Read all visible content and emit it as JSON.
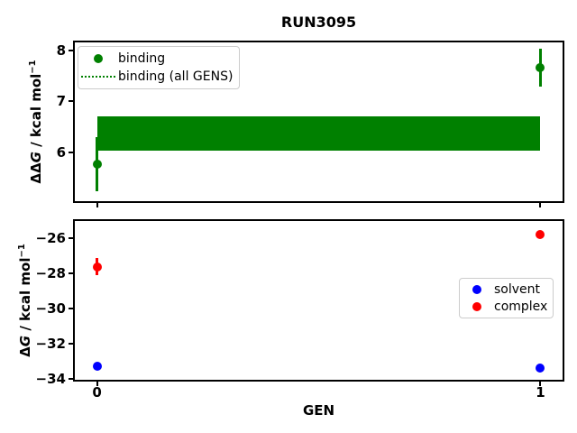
{
  "title": "RUN3095",
  "colors": {
    "binding": "#008000",
    "solvent": "#0000ff",
    "complex": "#ff0000",
    "axis": "#000000",
    "legend_border": "#cccccc",
    "background": "#ffffff"
  },
  "chart_data": [
    {
      "type": "scatter",
      "panel": "top",
      "title": "RUN3095",
      "ylabel": "ΔΔG / kcal mol⁻¹",
      "ylabel_parts": {
        "delta": "ΔΔ",
        "g": "G",
        "rest": " / kcal mol",
        "sup": "−1"
      },
      "xlim": [
        -0.05,
        1.05
      ],
      "ylim": [
        5.05,
        8.15
      ],
      "yticks": [
        6,
        7,
        8
      ],
      "yticklabels": [
        "6",
        "7",
        "8"
      ],
      "xticks": [
        0,
        1
      ],
      "xticklabels": [],
      "grid": false,
      "series": [
        {
          "name": "binding",
          "color": "#008000",
          "marker": "circle",
          "x": [
            0,
            1
          ],
          "y": [
            5.77,
            7.65
          ],
          "yerr": [
            0.53,
            0.37
          ]
        }
      ],
      "band": {
        "name": "binding (all GENS)",
        "color": "#008000",
        "x": [
          0,
          1
        ],
        "ylow": 6.04,
        "yhigh": 6.71
      },
      "legend": {
        "position": "upper left",
        "entries": [
          {
            "label": "binding",
            "glyph": "dot",
            "color": "#008000"
          },
          {
            "label": "binding (all GENS)",
            "glyph": "dotted-line",
            "color": "#008000"
          }
        ]
      }
    },
    {
      "type": "scatter",
      "panel": "bottom",
      "xlabel": "GEN",
      "ylabel": "ΔG / kcal mol⁻¹",
      "ylabel_parts": {
        "delta": "Δ",
        "g": "G",
        "rest": " / kcal mol",
        "sup": "−1"
      },
      "xlim": [
        -0.05,
        1.05
      ],
      "ylim": [
        -34.05,
        -25.0
      ],
      "yticks": [
        -34,
        -32,
        -30,
        -28,
        -26
      ],
      "yticklabels": [
        "−34",
        "−32",
        "−30",
        "−28",
        "−26"
      ],
      "xticks": [
        0,
        1
      ],
      "xticklabels": [
        "0",
        "1"
      ],
      "grid": false,
      "series": [
        {
          "name": "solvent",
          "color": "#0000ff",
          "marker": "circle",
          "x": [
            0,
            1
          ],
          "y": [
            -33.3,
            -33.4
          ],
          "yerr": [
            0.05,
            0.05
          ]
        },
        {
          "name": "complex",
          "color": "#ff0000",
          "marker": "circle",
          "x": [
            0,
            1
          ],
          "y": [
            -27.6,
            -25.75
          ],
          "yerr": [
            0.5,
            0.1
          ]
        }
      ],
      "legend": {
        "position": "center right",
        "entries": [
          {
            "label": "solvent",
            "glyph": "dot",
            "color": "#0000ff"
          },
          {
            "label": "complex",
            "glyph": "dot",
            "color": "#ff0000"
          }
        ]
      }
    }
  ]
}
